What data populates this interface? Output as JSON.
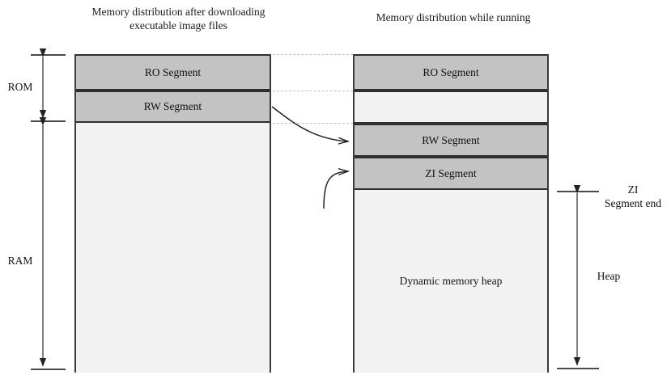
{
  "figure": {
    "left_panel": {
      "title": "Memory distribution after downloading executable image files",
      "segments": [
        {
          "label": "RO Segment",
          "fill": "#c3c3c3"
        },
        {
          "label": "RW Segment",
          "fill": "#c3c3c3"
        },
        {
          "label": "",
          "fill": "#f2f2f2"
        }
      ]
    },
    "right_panel": {
      "title": "Memory distribution while running",
      "segments": [
        {
          "label": "RO Segment",
          "fill": "#c3c3c3"
        },
        {
          "label": "",
          "fill": "#f2f2f2"
        },
        {
          "label": "RW Segment",
          "fill": "#c3c3c3"
        },
        {
          "label": "ZI Segment",
          "fill": "#c3c3c3"
        },
        {
          "label": "Dynamic memory heap",
          "fill": "#f2f2f2"
        }
      ]
    },
    "left_brackets": [
      {
        "label": "ROM"
      },
      {
        "label": "RAM"
      }
    ],
    "right_brackets": [
      {
        "label": "ZI\nSegment end"
      },
      {
        "label": "Heap"
      }
    ],
    "colors": {
      "segment_fill": "#c3c3c3",
      "empty_fill": "#f2f2f2",
      "frame_stroke": "#3b3b3b",
      "connector_stroke": "#bdbdbd",
      "arrow_stroke": "#222222"
    }
  }
}
